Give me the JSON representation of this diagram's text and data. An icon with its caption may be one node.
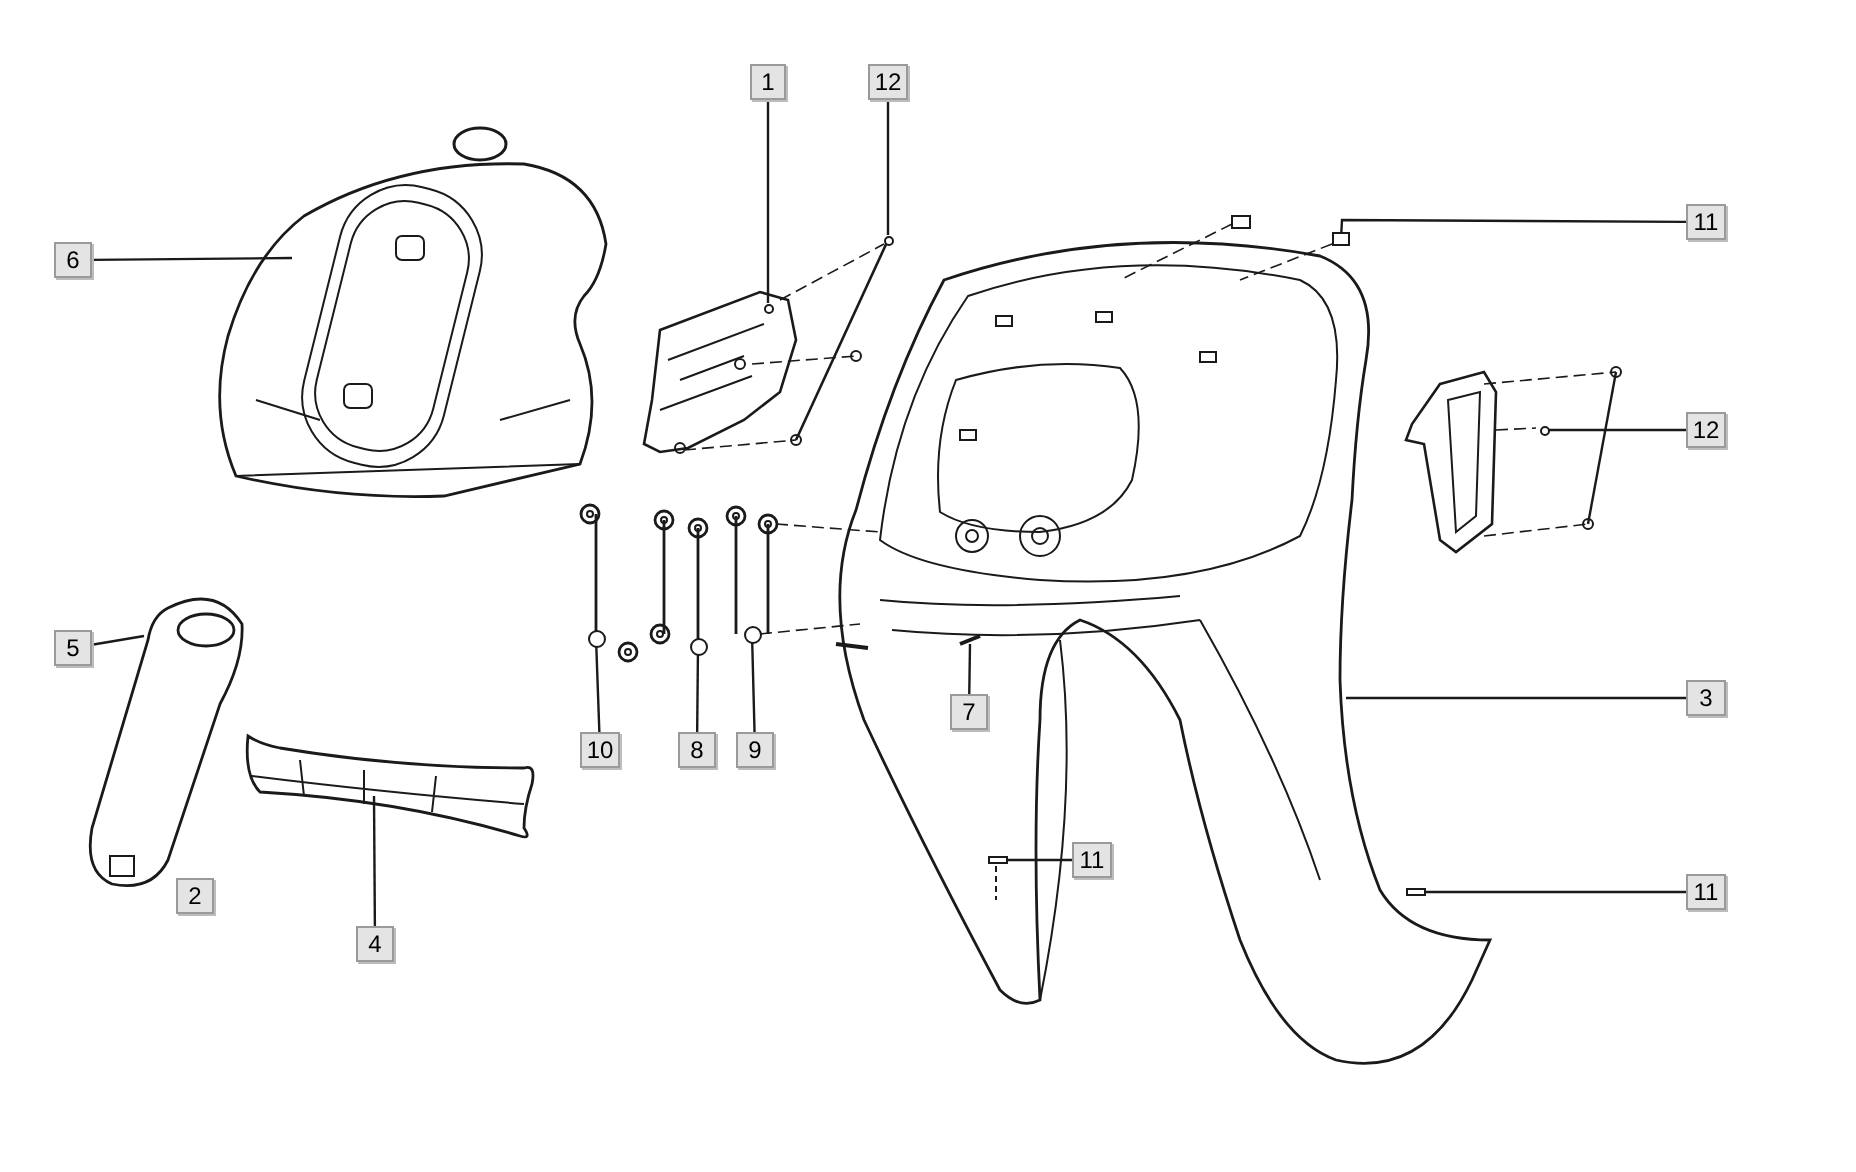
{
  "diagram": {
    "nodes": [
      {
        "text": [
          "1"
        ]
      },
      {
        "text": [
          "12"
        ]
      },
      {
        "text": [
          "11"
        ]
      },
      {
        "text": [
          "6"
        ]
      },
      {
        "text": [
          "12"
        ]
      },
      {
        "text": [
          "3"
        ]
      },
      {
        "text": [
          "5"
        ]
      },
      {
        "text": [
          "10"
        ]
      },
      {
        "text": [
          "8"
        ]
      },
      {
        "text": [
          "9"
        ]
      },
      {
        "text": [
          "7"
        ]
      },
      {
        "text": [
          "11"
        ]
      },
      {
        "text": [
          "11"
        ]
      },
      {
        "text": [
          "4"
        ]
      },
      {
        "text": [
          "2"
        ]
      },
      {
        "text": [],
        "shape": "circle"
      },
      {
        "text": [],
        "shape": "box"
      },
      {
        "text": [],
        "shape": "circle"
      },
      {
        "text": [],
        "shape": "circle"
      },
      {
        "text": [],
        "shape": "circle"
      },
      {
        "text": [],
        "shape": "circle"
      },
      {
        "text": [],
        "shape": "box"
      },
      {
        "text": [],
        "shape": "box"
      },
      {
        "text": [],
        "shape": "circle"
      }
    ],
    "edges": [
      {
        "from": 0,
        "to": 23,
        "arrow": "none"
      },
      {
        "from": 1,
        "to": 15,
        "arrow": "none"
      },
      {
        "from": 2,
        "to": 16,
        "arrow": "none"
      },
      {
        "from": 3,
        "to": null,
        "arrow": "none"
      },
      {
        "from": 4,
        "to": 17,
        "arrow": "none"
      },
      {
        "from": 5,
        "to": null,
        "arrow": "none"
      },
      {
        "from": 6,
        "to": null,
        "arrow": "none"
      },
      {
        "from": 7,
        "to": 18,
        "arrow": "none"
      },
      {
        "from": 8,
        "to": 19,
        "arrow": "none"
      },
      {
        "from": 9,
        "to": 20,
        "arrow": "none"
      },
      {
        "from": 10,
        "to": null,
        "arrow": "none"
      },
      {
        "from": 11,
        "to": 21,
        "arrow": "none"
      },
      {
        "from": 12,
        "to": 22,
        "arrow": "none"
      },
      {
        "from": 13,
        "to": null,
        "arrow": "none"
      }
    ]
  }
}
